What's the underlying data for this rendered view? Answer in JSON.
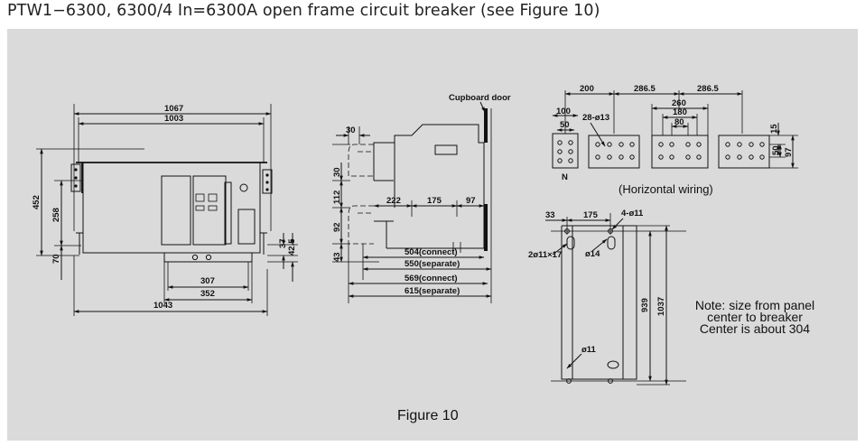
{
  "title": "PTW1−6300, 6300/4 In=6300A  open frame circuit breaker (see Figure 10)",
  "figure_caption": "Figure 10",
  "front_view": {
    "dims": {
      "d1067": "1067",
      "d1003": "1003",
      "d452": "452",
      "d258": "258",
      "d70": "70",
      "d37": "37",
      "d42_5": "42.5",
      "d307": "307",
      "d352": "352",
      "d1043": "1043"
    }
  },
  "side_view": {
    "label_door": "Cupboard door",
    "dims": {
      "d30a": "30",
      "d30b": "30",
      "d112": "112",
      "d92": "92",
      "d43": "43",
      "d222": "222",
      "d175": "175",
      "d97": "97",
      "d504": "504(connect)",
      "d550": "550(separate)",
      "d569": "569(connect)",
      "d615": "615(separate)"
    }
  },
  "terminals": {
    "label_n": "N",
    "label_horizontal": "(Horizontal wiring)",
    "dims": {
      "d200": "200",
      "d286a": "286.5",
      "d286b": "286.5",
      "d100": "100",
      "d50a": "50",
      "d28": "28-ø13",
      "d260": "260",
      "d180": "180",
      "d80": "80",
      "d15": "15",
      "d50b": "50",
      "d97": "97"
    }
  },
  "cutout": {
    "dims": {
      "d33": "33",
      "d175": "175",
      "d4": "4-ø11",
      "d2": "2ø11×17",
      "d14": "ø14",
      "d939": "939",
      "d1037": "1037",
      "d11": "ø11"
    }
  },
  "note": {
    "line1": "Note: size from panel",
    "line2": "center to breaker",
    "line3": "Center is about 304"
  },
  "colors": {
    "panel_bg": "#dadada",
    "ink": "#111111"
  }
}
